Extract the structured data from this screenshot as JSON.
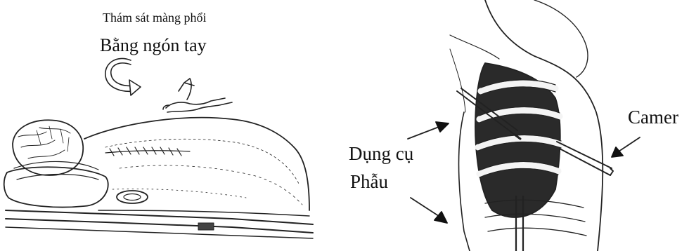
{
  "left_figure": {
    "caption_small": "Thám sát màng phổi",
    "caption_large": "Bằng ngón tay"
  },
  "right_figure": {
    "instrument_label_line1": "Dụng cụ",
    "instrument_label_line2": "Phẫu",
    "camera_label": "Camer"
  }
}
